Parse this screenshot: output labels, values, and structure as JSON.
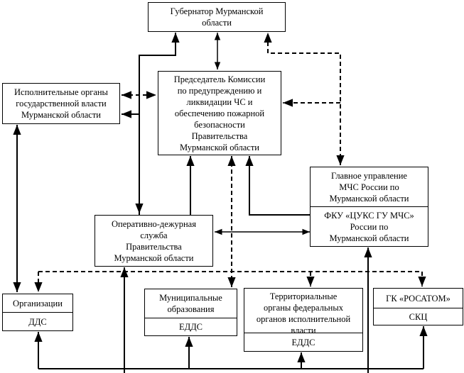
{
  "diagram": {
    "governor": {
      "lines": [
        "Губернатор Мурманской",
        "области"
      ]
    },
    "chairman": {
      "lines": [
        "Председатель Комиссии",
        "по предупреждению и",
        "ликвидации ЧС и",
        "обеспечению пожарной",
        "безопасности",
        "Правительства",
        "Мурманской области"
      ]
    },
    "executive_bodies": {
      "lines": [
        "Исполнительные органы",
        "государственной власти",
        "Мурманской области"
      ]
    },
    "main_directorate": {
      "top_lines": [
        "Главное управление",
        "МЧС России по",
        "Мурманской области"
      ],
      "bottom_lines": [
        "ФКУ «ЦУКС ГУ МЧС»",
        "России по",
        "Мурманской области"
      ]
    },
    "duty_service": {
      "lines": [
        "Оперативно-дежурная",
        "служба",
        "Правительства",
        "Мурманской области"
      ]
    },
    "organizations": {
      "top": "Организации",
      "bottom": "ДДС"
    },
    "municipalities": {
      "top_lines": [
        "Муниципальные",
        "образования"
      ],
      "bottom": "ЕДДС"
    },
    "territorial_bodies": {
      "top_lines": [
        "Территориальные",
        "органы федеральных",
        "органов исполнительной",
        "власти"
      ],
      "bottom": "ЕДДС"
    },
    "rosatom": {
      "top": "ГК «РОСАТОМ»",
      "bottom": "СКЦ"
    }
  }
}
